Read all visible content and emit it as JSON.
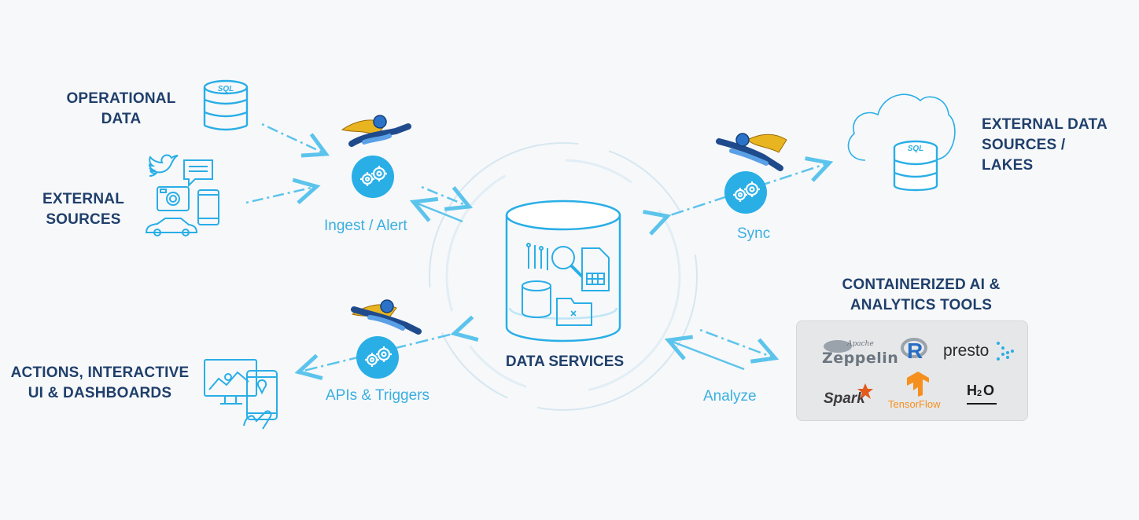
{
  "sources": {
    "operational": {
      "line1": "OPERATIONAL",
      "line2": "DATA",
      "db_badge": "SQL"
    },
    "external": {
      "line1": "EXTERNAL",
      "line2": "SOURCES"
    }
  },
  "actions": {
    "line1": "ACTIONS, INTERACTIVE",
    "line2": "UI & DASHBOARDS"
  },
  "steps": {
    "ingest": "Ingest / Alert",
    "apis": "APIs & Triggers",
    "sync": "Sync",
    "analyze": "Analyze"
  },
  "center": {
    "label": "DATA SERVICES"
  },
  "external_lakes": {
    "line1": "EXTERNAL DATA",
    "line2": "SOURCES /",
    "line3": "LAKES",
    "db_badge": "SQL"
  },
  "tools": {
    "title_line1": "CONTAINERIZED AI &",
    "title_line2": "ANALYTICS TOOLS",
    "zeppelin_small": "Apache",
    "zeppelin": "Zeppelin",
    "r": "R",
    "presto": "presto",
    "spark": "Spark",
    "tensorflow": "TensorFlow",
    "h2o_h": "H",
    "h2o_2": "2",
    "h2o_o": "O"
  },
  "colors": {
    "accent": "#29aee6",
    "heading": "#1f3f6b",
    "step_label": "#3aafe0",
    "mascot_gold": "#e8b420"
  },
  "icons": [
    "database-icon",
    "twitter-icon",
    "chat-icon",
    "camera-icon",
    "phone-icon",
    "car-icon",
    "gears-icon",
    "cloud-icon",
    "mascot-icon",
    "dashboard-icon"
  ]
}
